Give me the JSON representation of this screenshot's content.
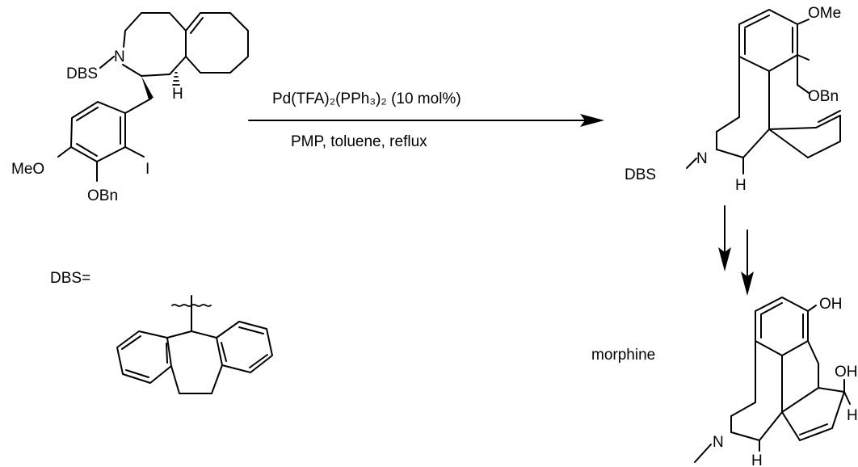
{
  "reaction": {
    "conditions_top": "Pd(TFA)₂(PPh₃)₂ (10 mol%)",
    "conditions_bottom": "PMP, toluene, reflux"
  },
  "starting_material": {
    "labels": {
      "dbs": "DBS",
      "nitrogen": "N",
      "hydrogen": "H",
      "iodine": "I",
      "methoxy": "MeO",
      "benzyloxy": "OBn"
    }
  },
  "product": {
    "labels": {
      "methoxy": "OMe",
      "benzyloxy": "OBn",
      "dbs": "DBS",
      "nitrogen": "N",
      "hydrogen": "H"
    }
  },
  "dbs_definition": {
    "label": "DBS="
  },
  "morphine": {
    "name": "morphine",
    "labels": {
      "phenol": "OH",
      "alcohol": "OH",
      "nitrogen": "N",
      "hydrogen_bottom": "H",
      "hydrogen_right": "H"
    }
  },
  "colors": {
    "ink": "#000000",
    "background": "#ffffff"
  }
}
